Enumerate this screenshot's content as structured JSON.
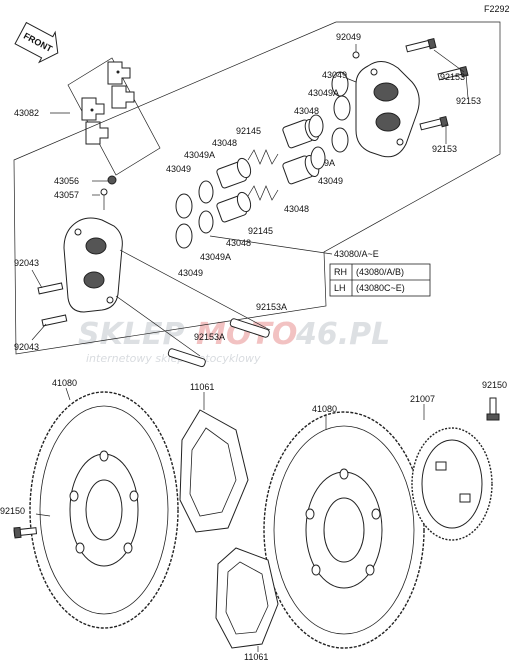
{
  "figure_code": "F2292",
  "front_label": "FRONT",
  "labels": {
    "p43082": "43082",
    "p92049": "92049",
    "p92153_a": "92153",
    "p92153_b": "92153",
    "p92153_c": "92153",
    "p43049_a": "43049",
    "p43049A_a": "43049A",
    "p43048_a": "43048",
    "p92145_a": "92145",
    "p43048_b": "43048",
    "p43049A_b": "43049A",
    "p43056": "43056",
    "p43057": "43057",
    "p43049_b": "43049",
    "p43049_c": "43049",
    "p43049A_c": "43049A",
    "p43048_c": "43048",
    "p43048_d": "43048",
    "p92145_b": "92145",
    "p43049A_d": "43049A",
    "p43049_d": "43049",
    "p43080": "43080/A~E",
    "p92043_a": "92043",
    "p92043_b": "92043",
    "p92153A_a": "92153A",
    "p92153A_b": "92153A",
    "p41080_a": "41080",
    "p11061_a": "11061",
    "p41080_b": "41080",
    "p21007": "21007",
    "p92150_a": "92150",
    "p92150_b": "92150",
    "p11061_b": "11061"
  },
  "table": {
    "rows": [
      {
        "side": "RH",
        "parts": "(43080/A/B)"
      },
      {
        "side": "LH",
        "parts": "(43080C~E)"
      }
    ]
  },
  "watermark": {
    "brand_left": "SKLEP",
    "brand_mid": "MOTO",
    "brand_right": "46.PL",
    "tagline": "internetowy sklep motocyklowy"
  }
}
